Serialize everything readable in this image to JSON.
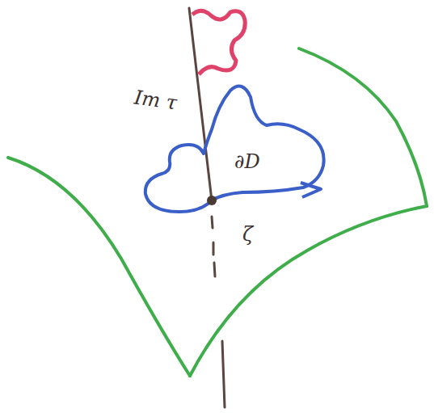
{
  "diagram": {
    "labels": [
      "Im τ",
      "∂D",
      "ζ"
    ]
  }
}
